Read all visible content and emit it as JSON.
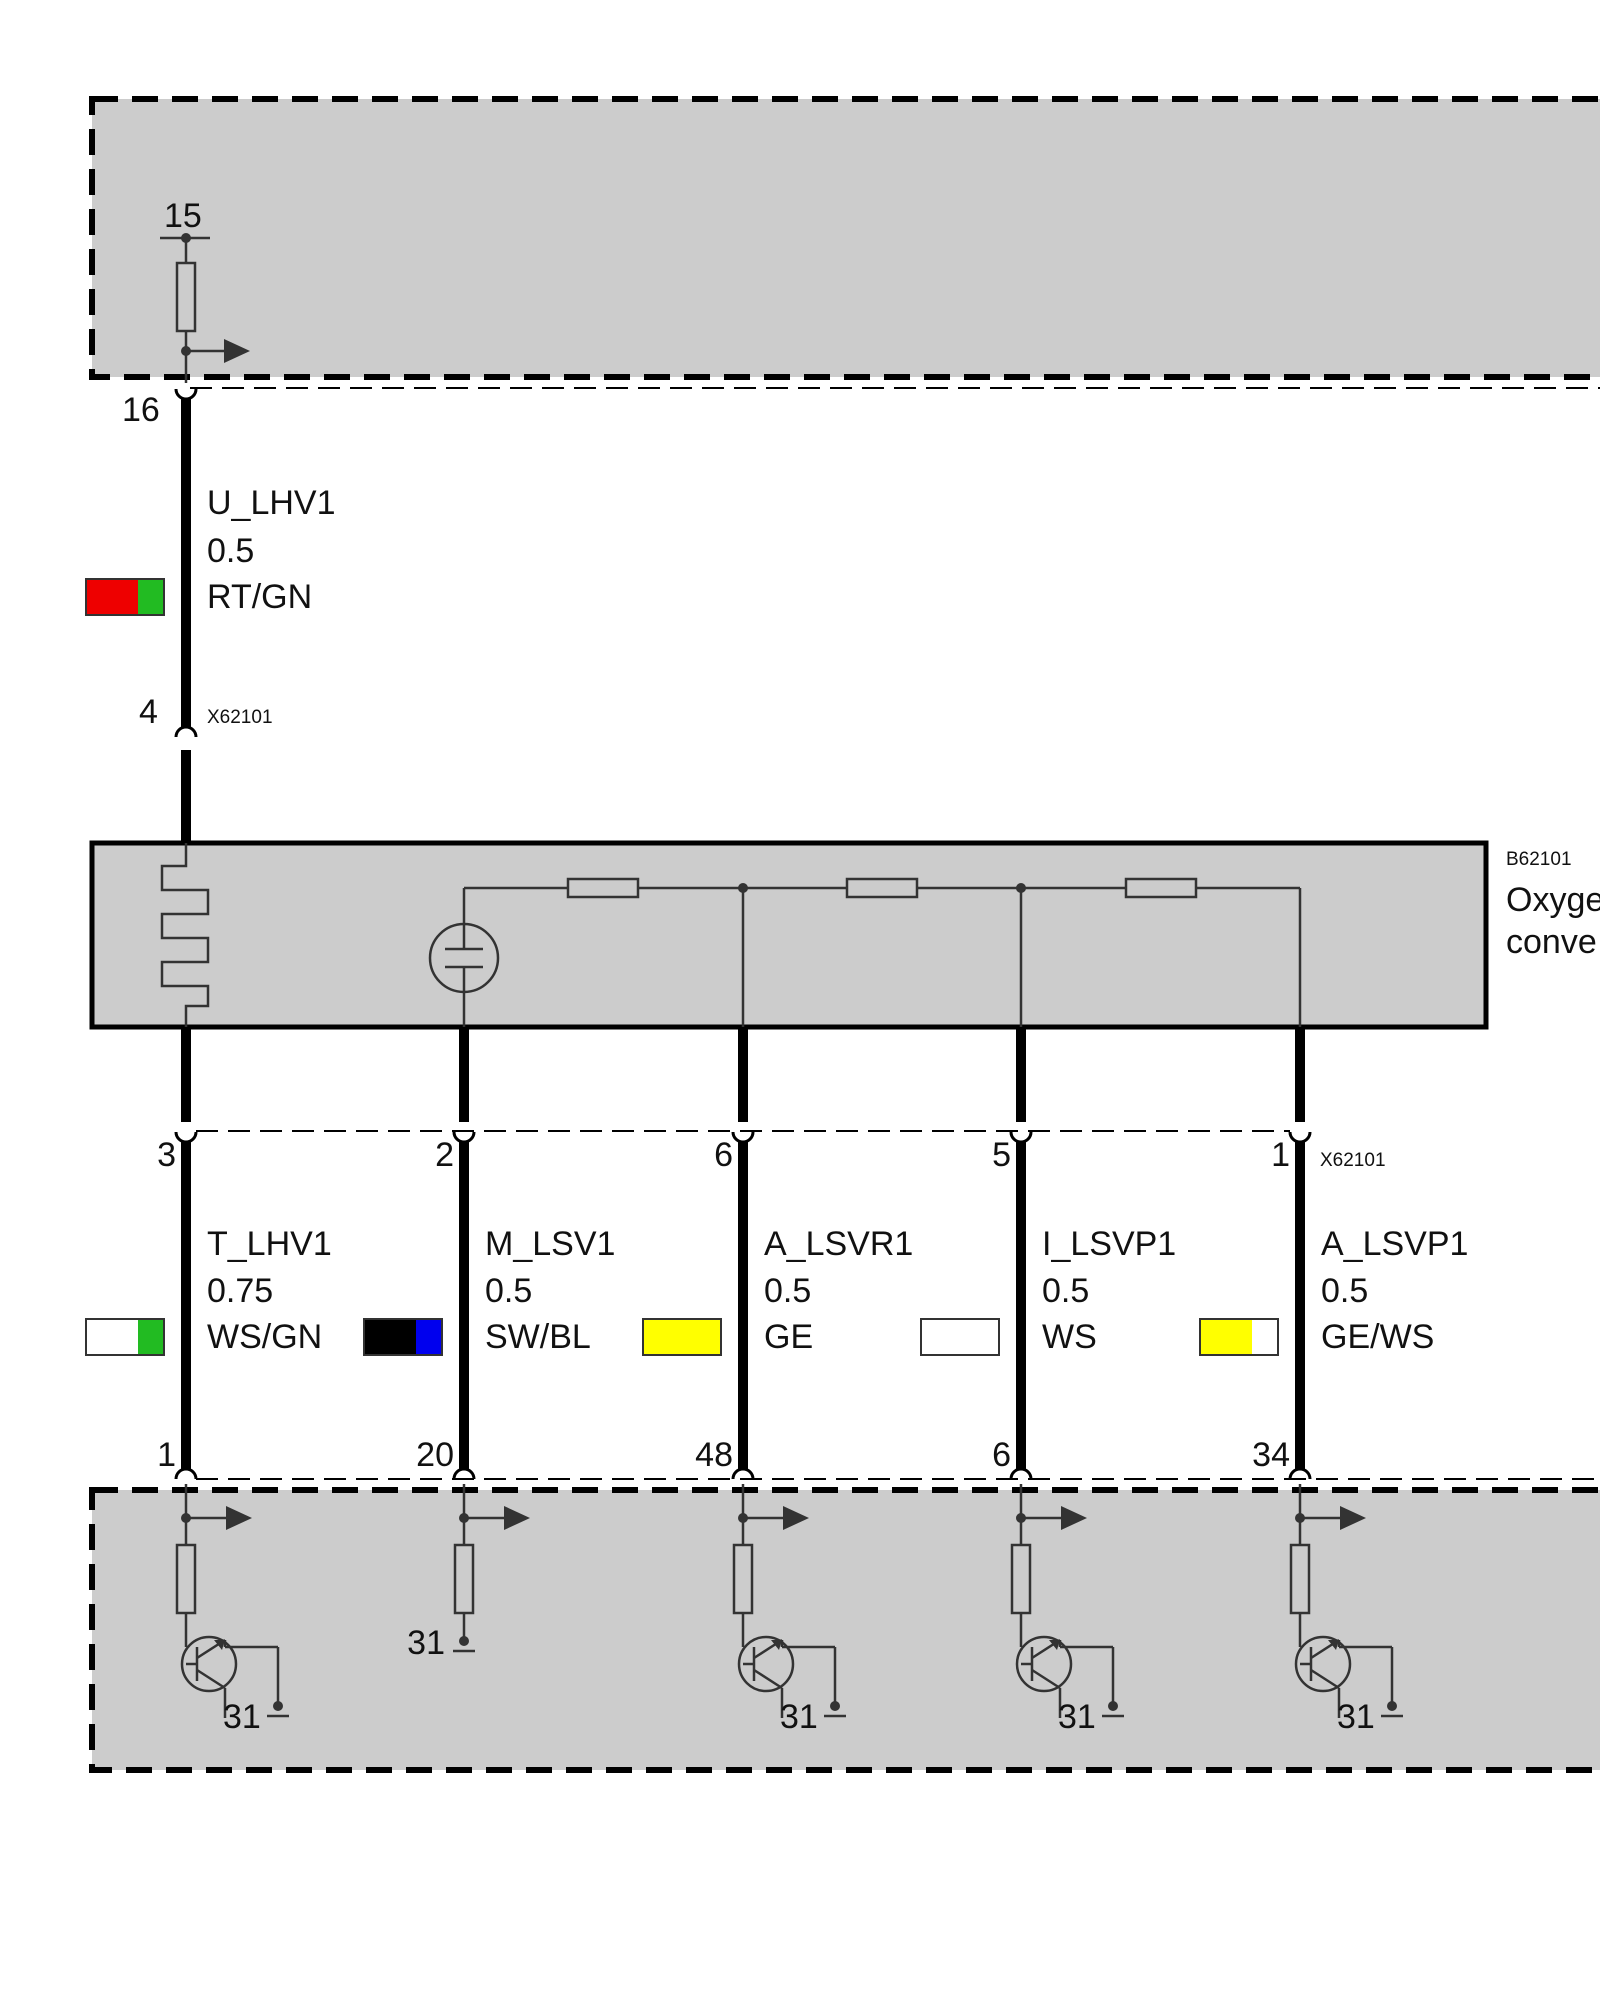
{
  "top": {
    "supply_terminal": "15",
    "pin": "16"
  },
  "heater_wire": {
    "signal": "U_LHV1",
    "gauge": "0.5",
    "color_code": "RT/GN",
    "colors": [
      "#ee0000",
      "#22bb22"
    ]
  },
  "upper_connector": {
    "id": "X62101",
    "pin": "4"
  },
  "sensor": {
    "id": "B62101",
    "name_line1": "Oxyge",
    "name_line2": "conve"
  },
  "lower_connector": {
    "id": "X62101"
  },
  "wires": [
    {
      "connector_pin": "3",
      "signal": "T_LHV1",
      "gauge": "0.75",
      "color_code": "WS/GN",
      "colors": [
        "#ffffff",
        "#22bb22"
      ],
      "ecu_pin": "1"
    },
    {
      "connector_pin": "2",
      "signal": "M_LSV1",
      "gauge": "0.5",
      "color_code": "SW/BL",
      "colors": [
        "#000000",
        "#0000ee"
      ],
      "ecu_pin": "20"
    },
    {
      "connector_pin": "6",
      "signal": "A_LSVR1",
      "gauge": "0.5",
      "color_code": "GE",
      "colors": [
        "#ffff00"
      ],
      "ecu_pin": "48"
    },
    {
      "connector_pin": "5",
      "signal": "I_LSVP1",
      "gauge": "0.5",
      "color_code": "WS",
      "colors": [
        "#ffffff"
      ],
      "ecu_pin": "6"
    },
    {
      "connector_pin": "1",
      "signal": "A_LSVP1",
      "gauge": "0.5",
      "color_code": "GE/WS",
      "colors": [
        "#ffff00",
        "#ffffff"
      ],
      "ecu_pin": "34"
    }
  ],
  "ground_terminal": "31"
}
